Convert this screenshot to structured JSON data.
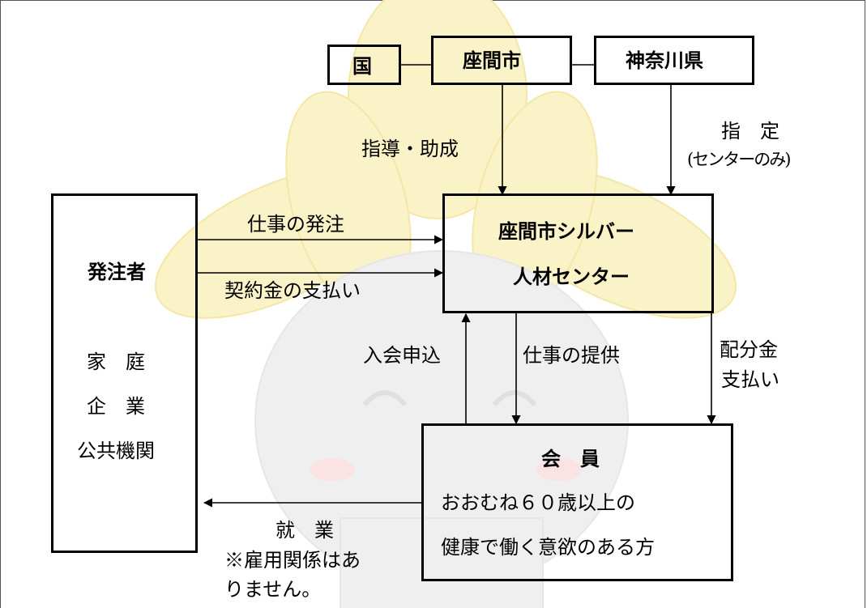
{
  "top": {
    "kuni": "国",
    "zama_city": "座間市",
    "kanagawa": "神奈川県"
  },
  "center": {
    "line1": "座間市シルバー",
    "line2": "人材センター"
  },
  "client": {
    "title": "発注者",
    "item1": "家　庭",
    "item2": "企　業",
    "item3": "公共機関"
  },
  "member": {
    "title": "会　員",
    "line1": "おおむね６０歳以上の",
    "line2": "健康で働く意欲のある方"
  },
  "arrows": {
    "guidance": "指導・助成",
    "designation": "指　定",
    "designation_note": "(センターのみ)",
    "order": "仕事の発注",
    "payment": "契約金の支払い",
    "join": "入会申込",
    "provide": "仕事の提供",
    "dist1": "配分金",
    "dist2": "支払い",
    "work": "就　業",
    "note1": "※雇用関係はあ",
    "note2": "りません。"
  }
}
